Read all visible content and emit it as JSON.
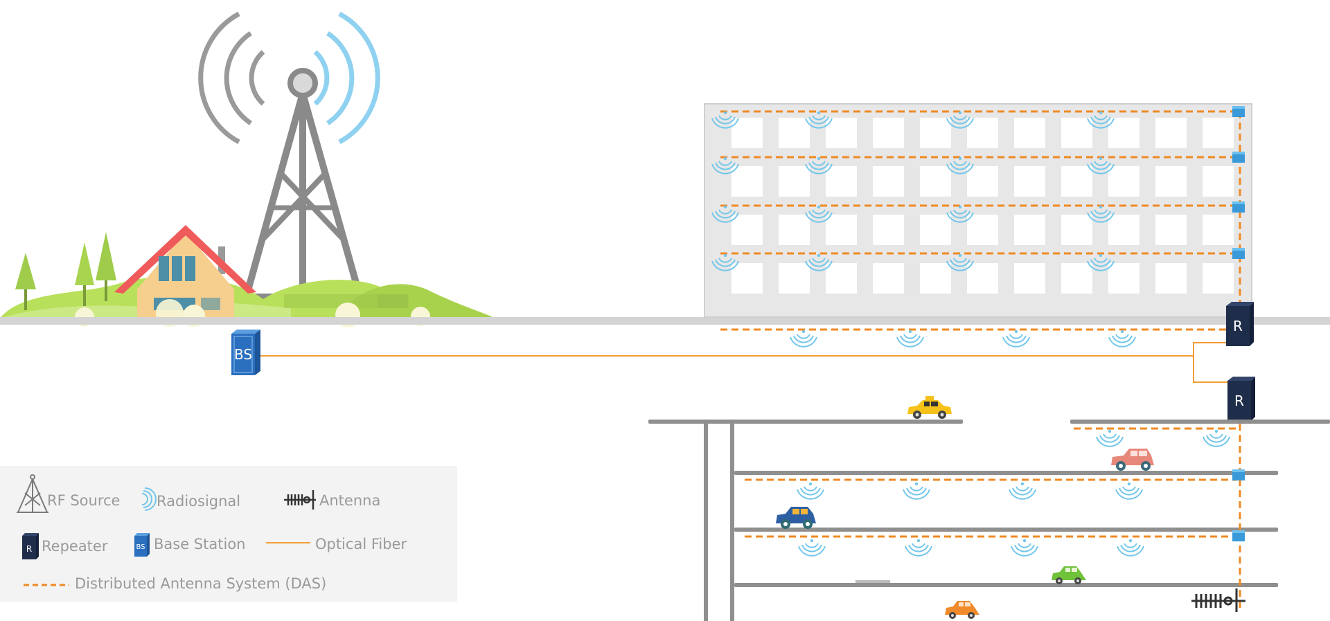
{
  "legend": {
    "rf_source": "RF Source",
    "radiosignal": "Radiosignal",
    "antenna": "Antenna",
    "repeater": "Repeater",
    "base_station": "Base Station",
    "optical_fiber": "Optical Fiber",
    "das": "Distributed Antenna System (DAS)"
  },
  "labels": {
    "base_station_tag": "BS",
    "repeater_tag": "R"
  },
  "colors": {
    "fiber": "#f39c33",
    "das": "#ef8a23",
    "signal": "#72c6ea",
    "repeater": "#1e2d4a",
    "base_station": "#2b6fbf",
    "hill": "#b6df5a",
    "building": "#e6e6e6",
    "ground": "#d4d4d4",
    "tower": "#8a8a8a"
  }
}
